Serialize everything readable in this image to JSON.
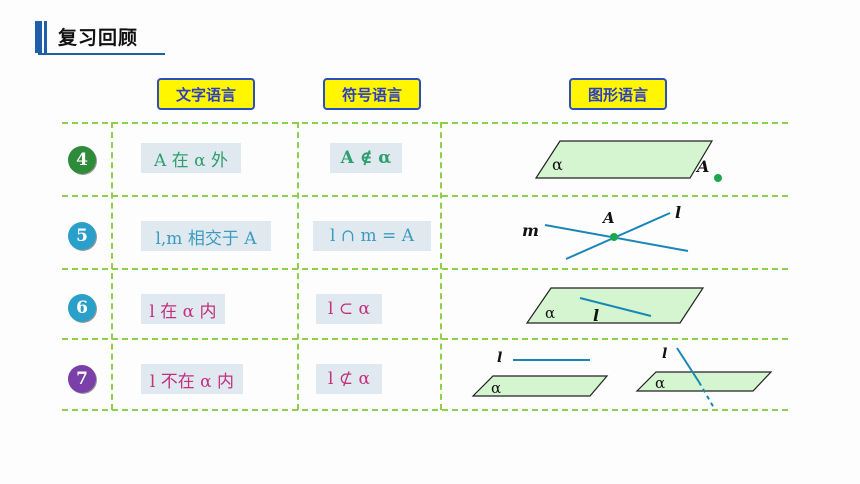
{
  "title": "复习回顾",
  "headers": {
    "text": "文字语言",
    "symbol": "符号语言",
    "figure": "图形语言"
  },
  "rows": [
    {
      "num": "4",
      "text": "A 在 α 外",
      "symbol": "A ∉ α"
    },
    {
      "num": "5",
      "text": "l,m 相交于 A",
      "symbol": "l ∩ m = A"
    },
    {
      "num": "6",
      "text": "l 在 α 内",
      "symbol": "l ⊂ α"
    },
    {
      "num": "7",
      "text": "l 不在 α 内",
      "symbol": "l ⊄ α"
    }
  ],
  "figures": {
    "f4": {
      "plane": "α",
      "point": "A"
    },
    "f5": {
      "line1": "m",
      "line2": "l",
      "point": "A"
    },
    "f6": {
      "plane": "α",
      "line": "l"
    },
    "f7a": {
      "plane": "α",
      "line": "l"
    },
    "f7b": {
      "plane": "α",
      "line": "l"
    }
  },
  "colors": {
    "badge4": "#2e8b3a",
    "badge5": "#2a9fc9",
    "badge6": "#2a9fc9",
    "badge7": "#7a3fa8",
    "plane_fill": "#d4f5cf",
    "line": "#1a86b8",
    "point": "#1aa84a"
  }
}
